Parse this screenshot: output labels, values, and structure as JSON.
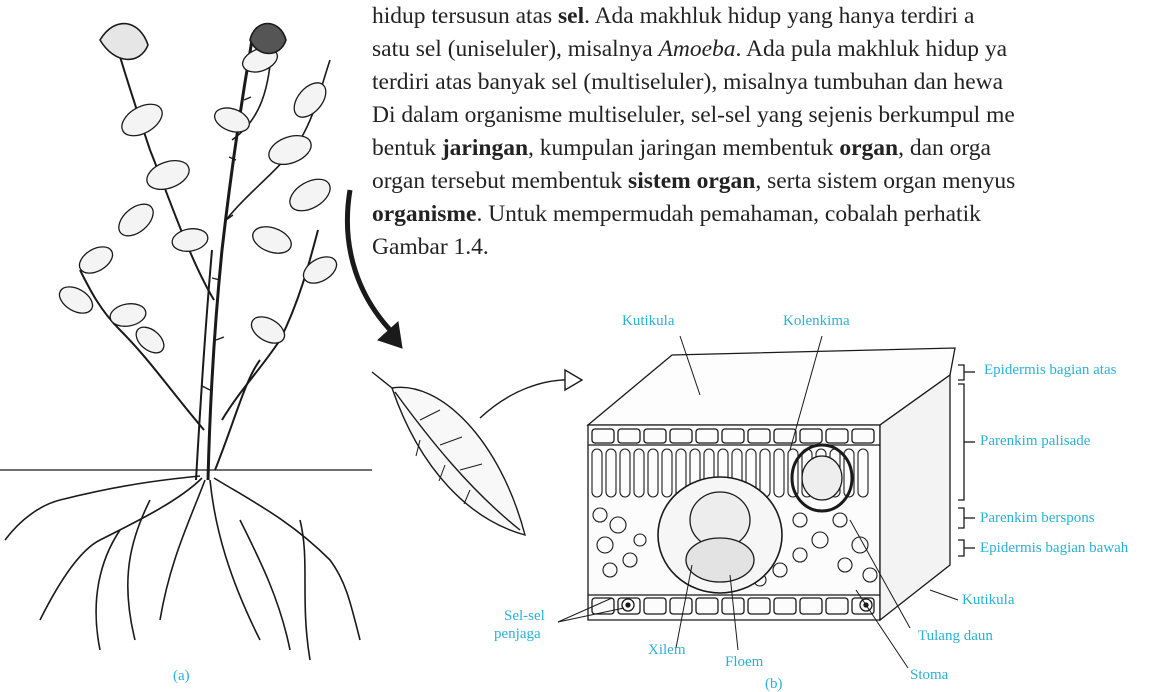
{
  "text": {
    "lines": [
      [
        {
          "t": "hidup tersusun atas "
        },
        {
          "t": "sel",
          "s": "b"
        },
        {
          "t": ". Ada makhluk hidup yang hanya terdiri a"
        }
      ],
      [
        {
          "t": "satu sel (uniseluler), misalnya "
        },
        {
          "t": "Amoeba",
          "s": "i"
        },
        {
          "t": ". Ada pula makhluk hidup ya"
        }
      ],
      [
        {
          "t": "terdiri atas banyak sel (multiseluler), misalnya tumbuhan dan hewa"
        }
      ],
      [
        {
          "t": "Di dalam organisme multiseluler, sel-sel yang sejenis berkumpul me"
        }
      ],
      [
        {
          "t": "bentuk "
        },
        {
          "t": "jaringan",
          "s": "b"
        },
        {
          "t": ", kumpulan jaringan membentuk "
        },
        {
          "t": "organ",
          "s": "b"
        },
        {
          "t": ", dan orga"
        }
      ],
      [
        {
          "t": "organ tersebut membentuk "
        },
        {
          "t": "sistem organ",
          "s": "b"
        },
        {
          "t": ", serta sistem organ menyus"
        }
      ],
      [
        {
          "t": "organisme",
          "s": "b"
        },
        {
          "t": ". Untuk mempermudah pemahaman, cobalah perhatik"
        }
      ],
      [
        {
          "t": "Gambar 1.4."
        }
      ]
    ]
  },
  "labels": {
    "kutikula_top": "Kutikula",
    "kolenkima": "Kolenkima",
    "epidermis_atas": "Epidermis bagian atas",
    "parenkim_palisade": "Parenkim palisade",
    "parenkim_berspons": "Parenkim berspons",
    "epidermis_bawah": "Epidermis bagian bawah",
    "kutikula_bottom": "Kutikula",
    "tulang_daun": "Tulang daun",
    "stoma": "Stoma",
    "floem": "Floem",
    "xilem": "Xilem",
    "sel_sel": "Sel-sel",
    "penjaga": "penjaga"
  },
  "captions": {
    "a": "(a)",
    "b": "(b)"
  },
  "colors": {
    "label": "#2bb1d6",
    "text": "#222222",
    "ink": "#1a1a1a"
  }
}
